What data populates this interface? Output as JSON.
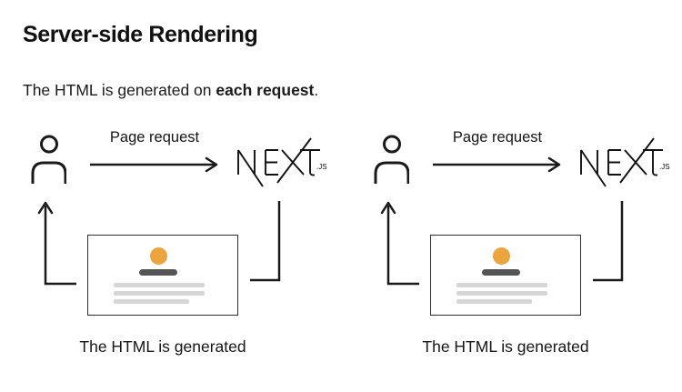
{
  "page": {
    "title": "Server-side Rendering",
    "subtitle": {
      "prefix": "The HTML is generated on ",
      "bold": "each request",
      "suffix": "."
    }
  },
  "diagrams": [
    {
      "id": "left",
      "request_label": "Page request",
      "caption": "The HTML is generated",
      "logo": {
        "name": "nextjs-logo",
        "text": "NEXT",
        "suffix": ".JS"
      }
    },
    {
      "id": "right",
      "request_label": "Page request",
      "caption": "The HTML is generated",
      "logo": {
        "name": "nextjs-logo",
        "text": "NEXT",
        "suffix": ".JS"
      }
    }
  ],
  "icons": {
    "person": "user-outline-icon",
    "request_arrow": "arrow-right-icon",
    "response_arrow": "arrow-up-elbow-icon",
    "server_connector": "elbow-connector-down-left",
    "avatar_placeholder": "orange-dot",
    "nextjs_logo": "NEXT.JS wordmark"
  },
  "colors": {
    "background": "#FFFFFF",
    "text": "#111111",
    "diagram_stroke": "#1A1A1A",
    "card_border": "#2E2E2E",
    "avatar_orange": "#ECA43F",
    "card_title_bar": "#555555",
    "placeholder_line": "#D6D6D6"
  }
}
